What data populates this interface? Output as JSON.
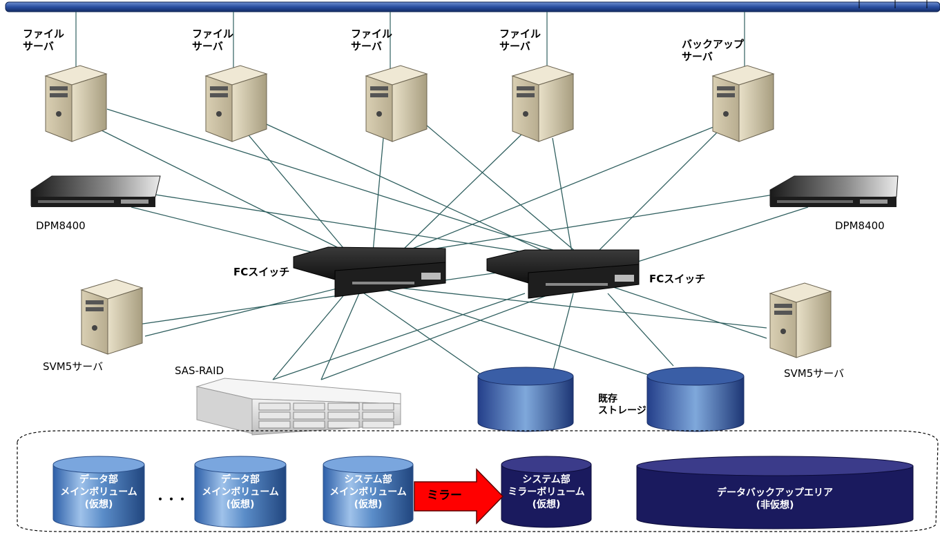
{
  "lan_bar": {
    "label": ""
  },
  "servers_top": [
    {
      "label": "ファイル\nサーバ"
    },
    {
      "label": "ファイル\nサーバ"
    },
    {
      "label": "ファイル\nサーバ"
    },
    {
      "label": "ファイル\nサーバ"
    },
    {
      "label": "バックアップ\nサーバ"
    }
  ],
  "dpm_left": {
    "label": "DPM8400"
  },
  "dpm_right": {
    "label": "DPM8400"
  },
  "fc_left": {
    "label": "FCスイッチ"
  },
  "fc_right": {
    "label": "FCスイッチ"
  },
  "svm_left": {
    "label": "SVM5サーバ"
  },
  "svm_right": {
    "label": "SVM5サーバ"
  },
  "sas_raid": {
    "label": "SAS-RAID"
  },
  "existing_storage": {
    "label": "既存\nストレージ"
  },
  "volumes": [
    {
      "label": "データ部\nメインボリューム\n(仮想)"
    },
    {
      "label": "データ部\nメインボリューム\n(仮想)"
    },
    {
      "label": "システム部\nメインボリューム\n(仮想)"
    },
    {
      "label": "システム部\nミラーボリューム\n(仮想)"
    },
    {
      "label": "データバックアップエリア\n(非仮想)"
    }
  ],
  "ellipsis": "・・・",
  "mirror_arrow": {
    "label": "ミラー"
  },
  "colors": {
    "light_volume": "#3d6fb0",
    "dark_volume": "#1a1a5e",
    "mirror_arrow": "#ff0000",
    "lan_bar": "#1f3a7a",
    "links": "#2f5f5f"
  }
}
